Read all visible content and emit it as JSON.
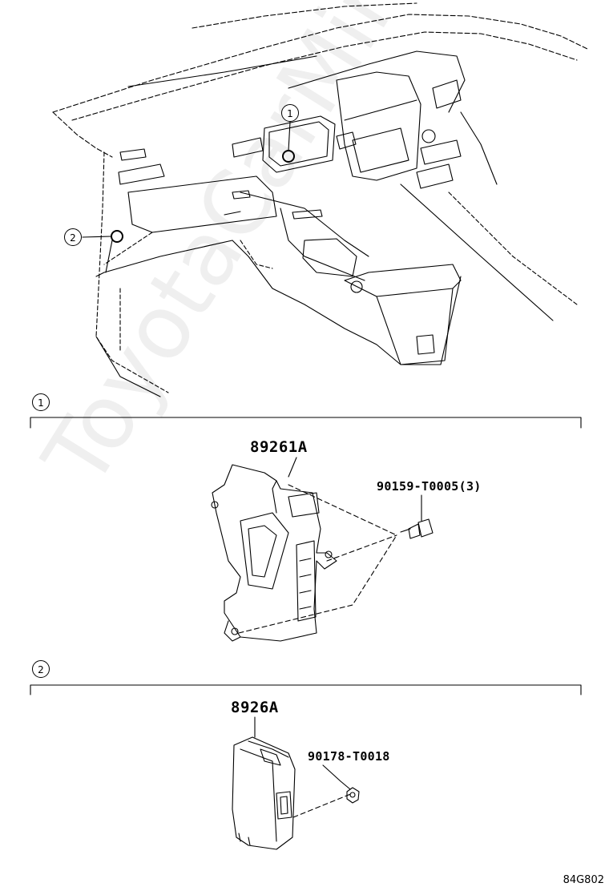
{
  "callouts": {
    "c1": "1",
    "c2": "2"
  },
  "section1": {
    "number": "1",
    "part_main": "89261A",
    "part_bolt": "90159-T0005(3)"
  },
  "section2": {
    "number": "2",
    "part_main": "8926A",
    "part_nut": "90178-T0018"
  },
  "watermark": "ToyotaCarMine.ru",
  "diagram_code": "84G802"
}
